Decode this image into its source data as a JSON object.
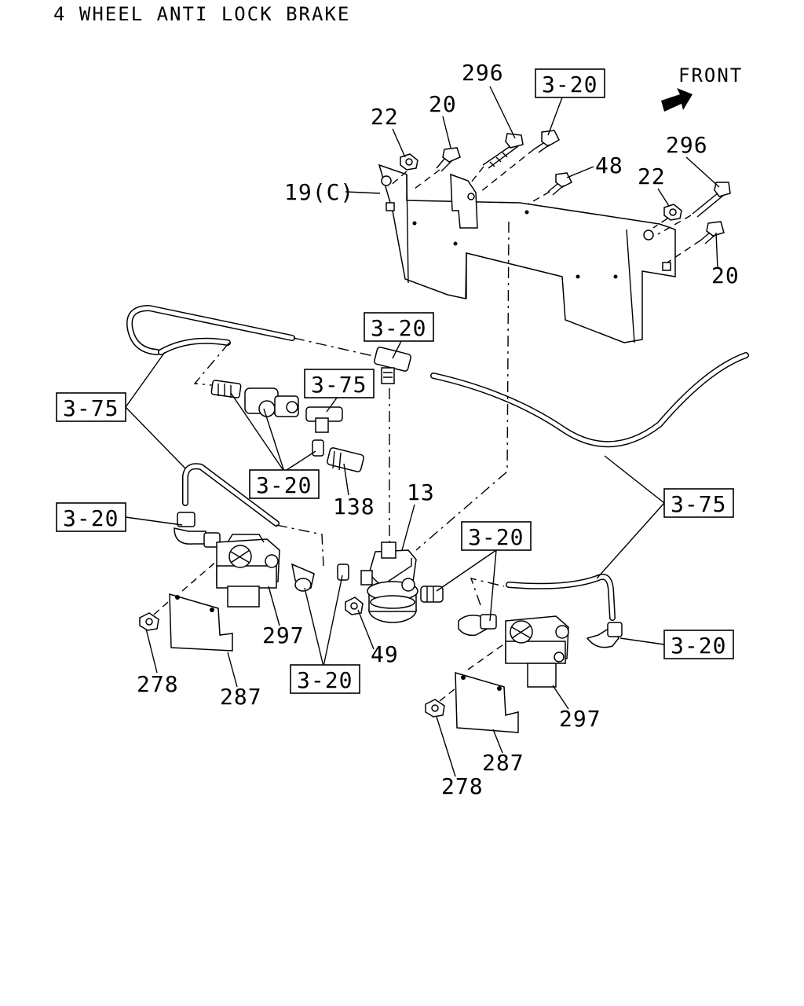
{
  "title": "4 WHEEL ANTI LOCK BRAKE",
  "front_label": "FRONT",
  "ref_boxes": {
    "r1": "3-20",
    "r2": "3-20",
    "r3": "3-75",
    "r4": "3-75",
    "r5": "3-20",
    "r6": "3-20",
    "r7": "3-20",
    "r8": "3-75",
    "r9": "3-20",
    "r10": "3-20"
  },
  "callouts": {
    "c296a": "296",
    "c20a": "20",
    "c22a": "22",
    "c19c": "19(C)",
    "c48": "48",
    "c296b": "296",
    "c22b": "22",
    "c20b": "20",
    "c138": "138",
    "c13": "13",
    "c49": "49",
    "c297a": "297",
    "c278a": "278",
    "c287a": "287",
    "c297b": "297",
    "c287b": "287",
    "c278b": "278"
  }
}
